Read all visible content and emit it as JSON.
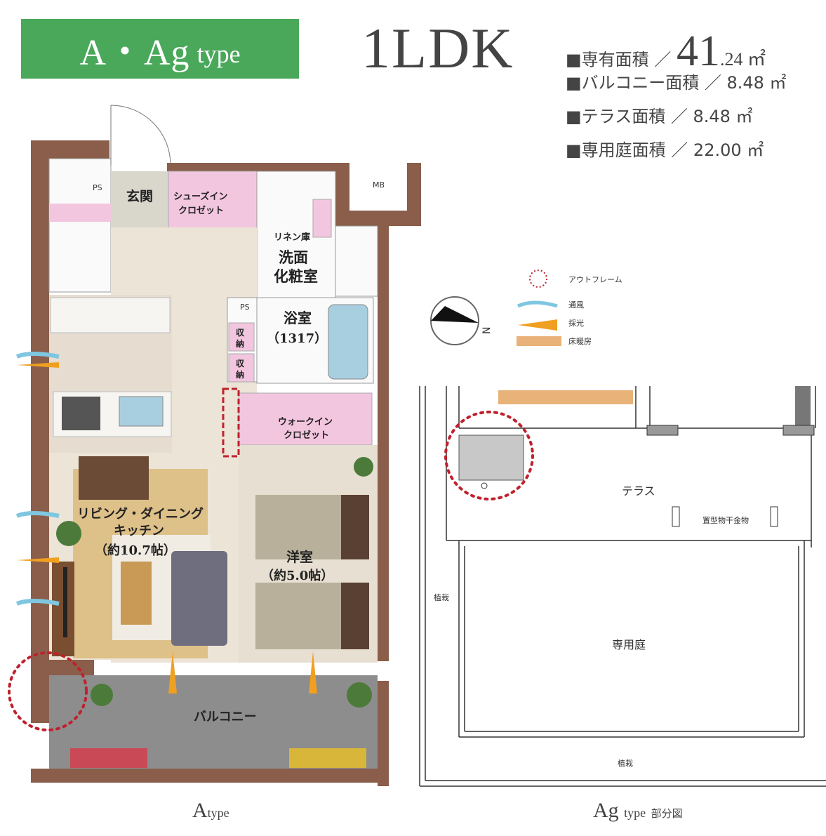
{
  "header": {
    "type_main": "A・Ag",
    "type_sub": "type",
    "plan": "1LDK",
    "exclusive_area_label": "■専有面積 ／ ",
    "exclusive_area_int": "41",
    "exclusive_area_dec": ".24 ㎡",
    "balcony_area": "■バルコニー面積 ／ 8.48 ㎡",
    "terrace_area": "■テラス面積 ／ 8.48 ㎡",
    "garden_area": "■専用庭面積 ／ 22.00 ㎡"
  },
  "rooms": {
    "ps1": "PS",
    "ps2": "PS",
    "mb": "MB",
    "entrance": "玄関",
    "shoes_1": "シューズイン",
    "shoes_2": "クロゼット",
    "linen": "リネン庫",
    "washroom_1": "洗面",
    "washroom_2": "化粧室",
    "bath_1": "浴室",
    "bath_2": "（1317）",
    "storage_1a": "収",
    "storage_1b": "納",
    "storage_2a": "収",
    "storage_2b": "納",
    "walkin_1": "ウォークイン",
    "walkin_2": "クロゼット",
    "ldk_1": "リビング・ダイニング",
    "ldk_2": "キッチン",
    "ldk_3": "（約10.7帖）",
    "western_1": "洋室",
    "western_2": "（約5.0帖）",
    "balcony": "バルコニー"
  },
  "legend": {
    "outframe": "アウトフレーム",
    "ventilation": "通風",
    "daylight": "採光",
    "floor_heating": "床暖房",
    "north": "N"
  },
  "ag_plan": {
    "terrace": "テラス",
    "drying": "置型物干金物",
    "planting_left": "植栽",
    "garden": "専用庭",
    "planting_bottom": "植栽"
  },
  "captions": {
    "a_main": "A",
    "a_sub": "type",
    "ag_main": "Ag",
    "ag_sub": "type",
    "ag_jp": "部分図"
  },
  "colors": {
    "badge": "#4aa85a",
    "wall": "#8a5e4a",
    "closet": "#f3c6e0",
    "floor_heating": "#e8b278",
    "outframe": "#c0202c",
    "ventilation": "#7fc6e0",
    "daylight": "#f0a020"
  }
}
